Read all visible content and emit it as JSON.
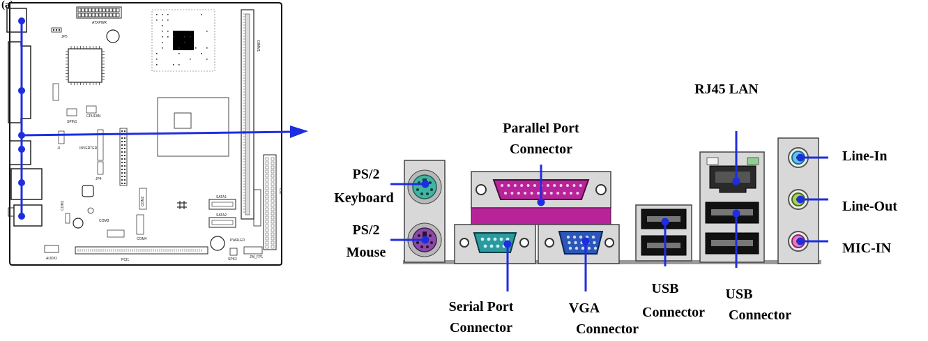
{
  "figure": {
    "marker": "(a)",
    "accent_color": "#1f2de0",
    "panel_color": "#9a9a9a",
    "board": {
      "silkscreen": [
        "ATXPWR",
        "JP5",
        "DIMM1",
        "SPIN1",
        "CPUFAN",
        "INVERTER",
        "JP4",
        "JI",
        "COM1",
        "COM2",
        "COM3",
        "COM4",
        "SATA1",
        "SATA2",
        "IDE",
        "PWRLED",
        "JW_FP1",
        "SPK2",
        "AUDIO",
        "PCI1"
      ]
    },
    "labels": {
      "rj45": "RJ45 LAN",
      "parallel_line1": "Parallel Port",
      "parallel_line2": "Connector",
      "ps2kb_line1": "PS/2",
      "ps2kb_line2": "Keyboard",
      "ps2mouse_line1": "PS/2",
      "ps2mouse_line2": "Mouse",
      "serial_line1": "Serial Port",
      "serial_line2": "Connector",
      "vga_line1": "VGA",
      "vga_line2": "Connector",
      "usb1_line1": "USB",
      "usb1_line2": "Connector",
      "usb2_line1": "USB",
      "usb2_line2": "Connector",
      "line_in": "Line-In",
      "line_out": "Line-Out",
      "mic_in": "MIC-IN"
    }
  }
}
